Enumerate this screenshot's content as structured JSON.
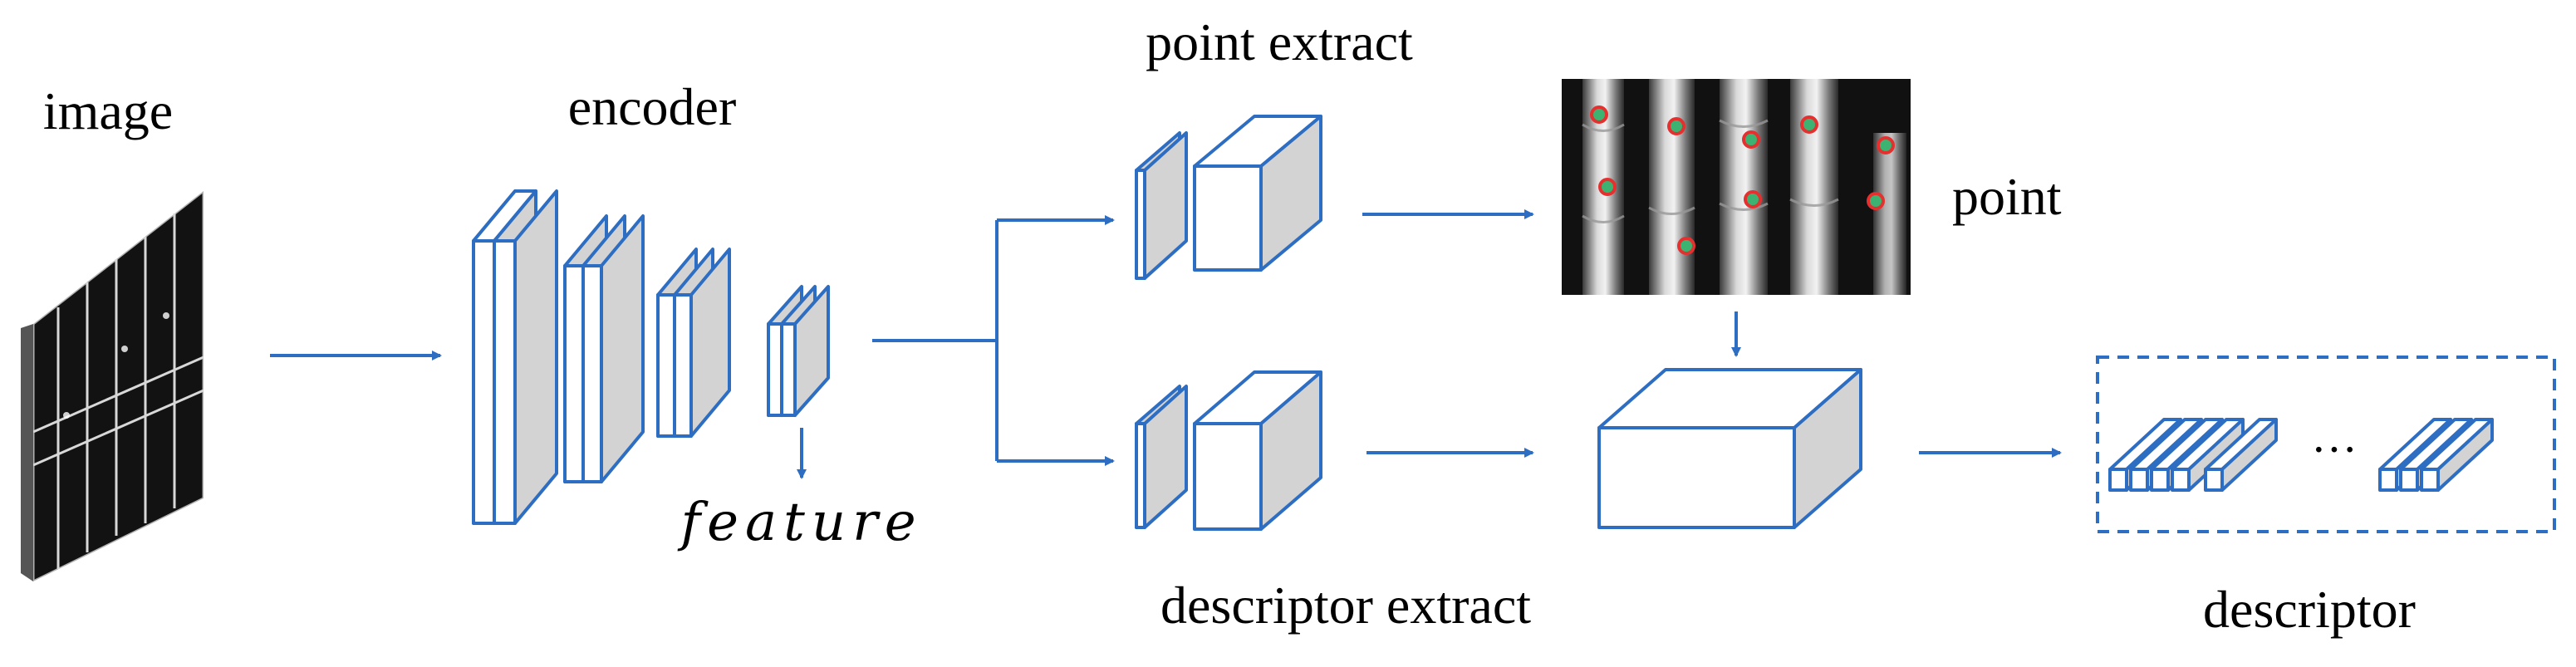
{
  "labels": {
    "image": "image",
    "encoder": "encoder",
    "feature": "feature",
    "point_extract": "point extract",
    "point": "point",
    "descriptor_extract": "descriptor extract",
    "descriptor": "descriptor",
    "ellipsis": "···"
  },
  "colors": {
    "stroke": "#2E6EC2",
    "fill": "#D3D3D3",
    "box_fill": "#FFFFFF",
    "arrow": "#2E6EC2",
    "keypoint_outer": "#E53030",
    "keypoint_inner": "#3CB371",
    "photo_background": "#111111"
  }
}
